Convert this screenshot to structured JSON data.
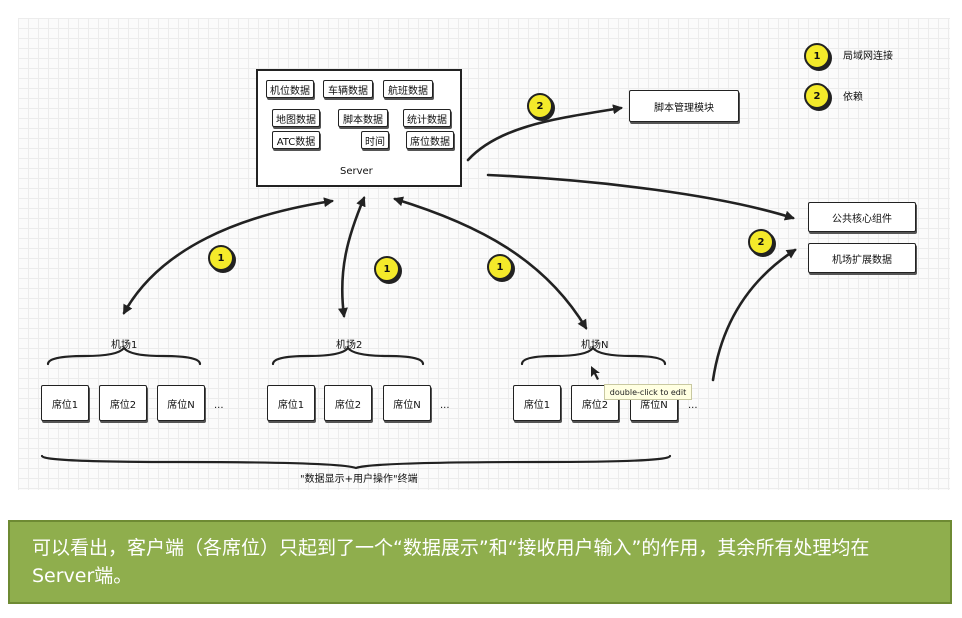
{
  "server": {
    "label": "Server",
    "modules": [
      "机位数据",
      "车辆数据",
      "航班数据",
      "地图数据",
      "脚本数据",
      "统计数据",
      "ATC数据",
      "时间",
      "席位数据"
    ]
  },
  "legend": [
    {
      "badge": "1",
      "text": "局域网连接"
    },
    {
      "badge": "2",
      "text": "依赖"
    }
  ],
  "right_boxes": {
    "script_manager": "脚本管理模块",
    "core_component": "公共核心组件",
    "airport_data": "机场扩展数据"
  },
  "connection_badges": [
    "2",
    "1",
    "1",
    "1",
    "2"
  ],
  "airports": [
    {
      "name": "机场1",
      "seats": [
        "席位1",
        "席位2",
        "席位N"
      ],
      "ellipsis": "..."
    },
    {
      "name": "机场2",
      "seats": [
        "席位1",
        "席位2",
        "席位N"
      ],
      "ellipsis": "..."
    },
    {
      "name": "机场N",
      "seats": [
        "席位1",
        "席位2",
        "席位N"
      ],
      "ellipsis": "..."
    }
  ],
  "bottom_label": "\"数据显示+用户操作\"终端",
  "tooltip": "double-click to edit",
  "callout": "可以看出，客户端（各席位）只起到了一个“数据展示”和“接收用户输入”的作用，其余所有处理均在Server端。"
}
